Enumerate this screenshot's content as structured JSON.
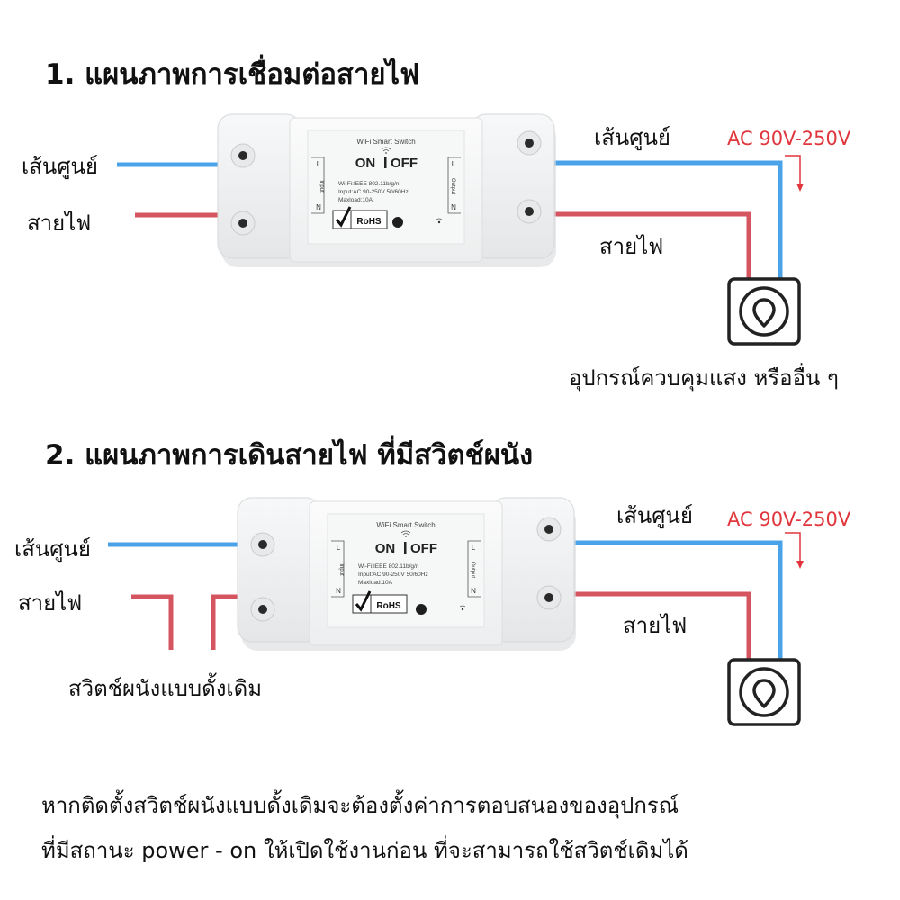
{
  "colors": {
    "neutral": "#4aa3e8",
    "live": "#d4555f",
    "ac": "#e0363d"
  },
  "diagram1": {
    "title": "1. แผนภาพการเชื่อมต่อสายไฟ",
    "left_neutral": "เส้นศูนย์",
    "left_live": "สายไฟ",
    "right_neutral": "เส้นศูนย์",
    "right_live": "สายไฟ",
    "ac": "AC 90V-250V",
    "device": "อุปกรณ์ควบคุมแสง หรืออื่น ๆ"
  },
  "diagram2": {
    "title": "2. แผนภาพการเดินสายไฟ ที่มีสวิตช์ผนัง",
    "left_neutral": "เส้นศูนย์",
    "left_live": "สายไฟ",
    "right_neutral": "เส้นศูนย์",
    "right_live": "สายไฟ",
    "ac": "AC 90V-250V",
    "wall_switch": "สวิตช์ผนังแบบดั้งเดิม"
  },
  "module": {
    "name": "WiFi Smart Switch",
    "on": "ON",
    "off": "OFF",
    "spec1": "Wi-Fi:IEEE 802.11b/g/n",
    "spec2": "Input:AC 90-250V 50/60Hz",
    "spec3": "Maxload:10A",
    "rohs": "RoHS",
    "input": "Input",
    "output": "Output",
    "L": "L",
    "N": "N"
  },
  "footer": {
    "line1": "หากติดตั้งสวิตช์ผนังแบบดั้งเดิมจะต้องตั้งค่าการตอบสนองของอุปกรณ์",
    "line2": "ที่มีสถานะ power - on ให้เปิดใช้งานก่อน ที่จะสามารถใช้สวิตช์เดิมได้"
  }
}
